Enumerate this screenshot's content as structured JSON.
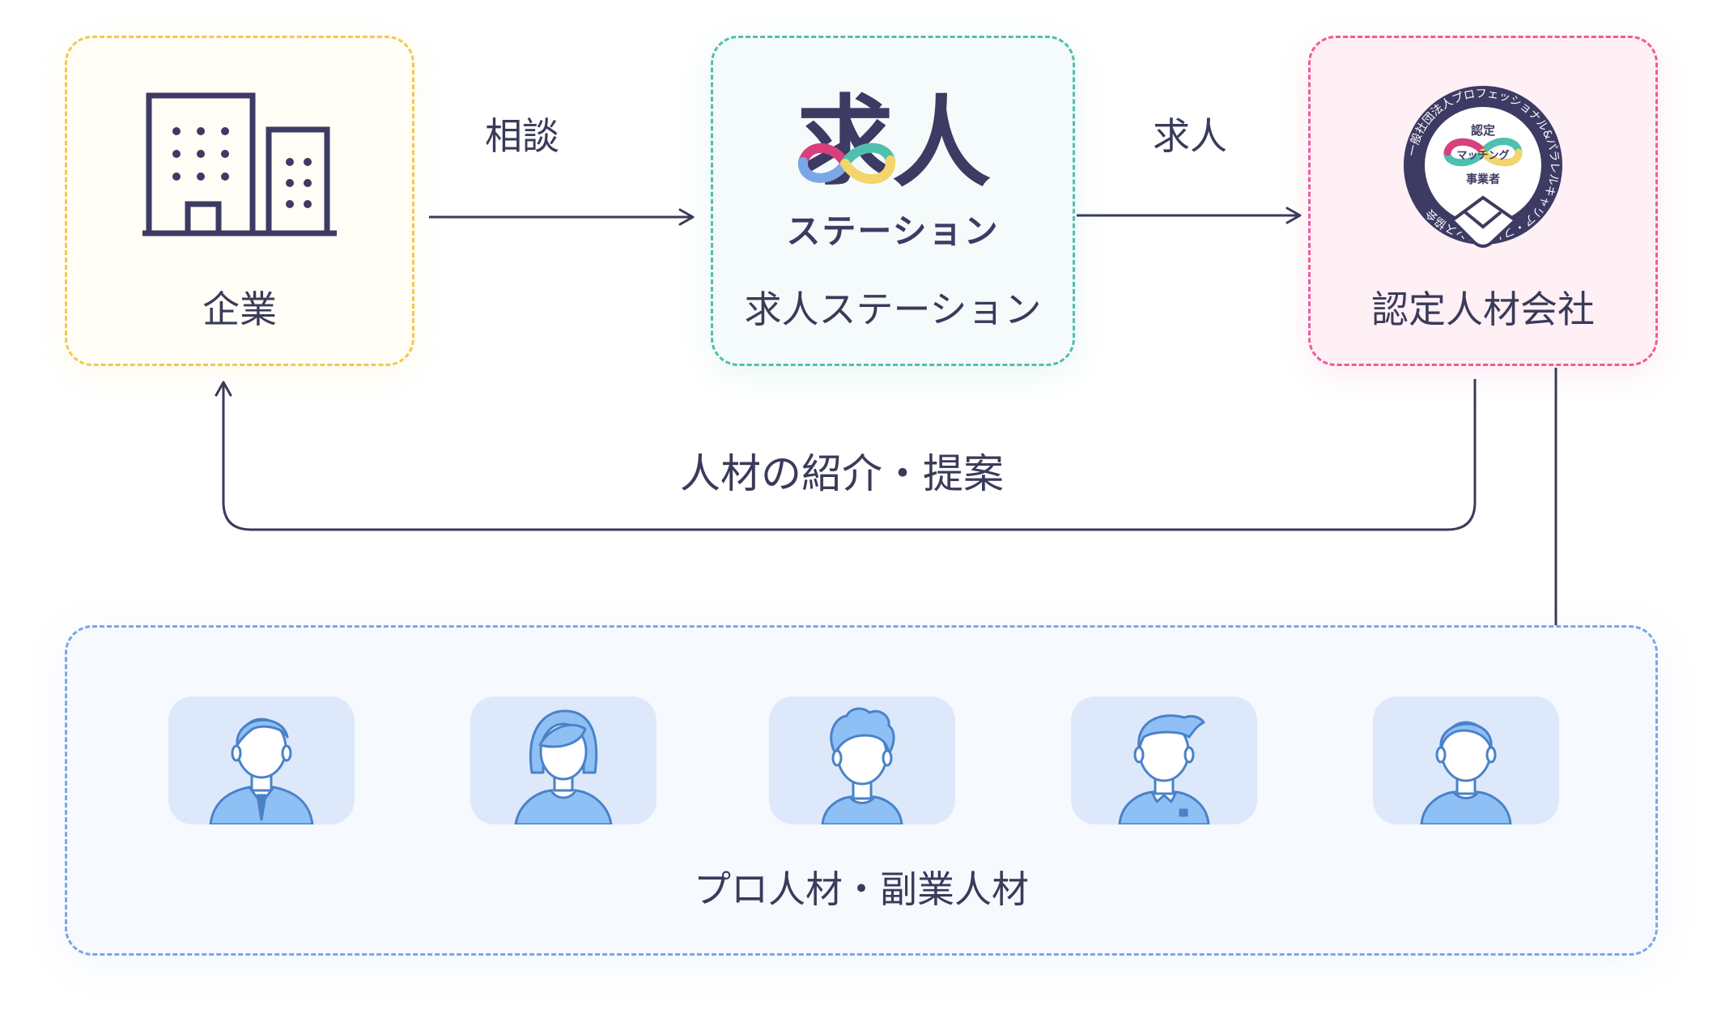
{
  "nodes": {
    "company": {
      "label": "企業"
    },
    "station": {
      "label": "求人ステーション",
      "logo_kyu": "求",
      "logo_jin": "人",
      "logo_sub": "ステーション"
    },
    "agency": {
      "label": "認定人材会社",
      "seal_center_text": [
        "認定",
        "マッチング",
        "事業者"
      ],
      "seal_ring_text": "一般社団法人プロフェッショナル&パラレルキャリア・フリーランス協会"
    },
    "talent": {
      "label": "プロ人材・副業人材"
    }
  },
  "edges": {
    "consult": "相談",
    "job": "求人",
    "intro": "人材の紹介・提案"
  },
  "avatars": [
    "man-suit",
    "woman",
    "man-curly",
    "man-polo",
    "man-short"
  ],
  "colors": {
    "company_border": "#f2c94c",
    "station_border": "#4fbfae",
    "agency_border": "#ef5a9a",
    "talent_border": "#7aa7e6",
    "line": "#3a3a5a",
    "avatar_fill": "#8fc0f5",
    "logo_pink": "#d8407d",
    "logo_teal": "#4fbfae",
    "logo_blue": "#7aa7e6",
    "logo_yellow": "#f2d66b"
  }
}
